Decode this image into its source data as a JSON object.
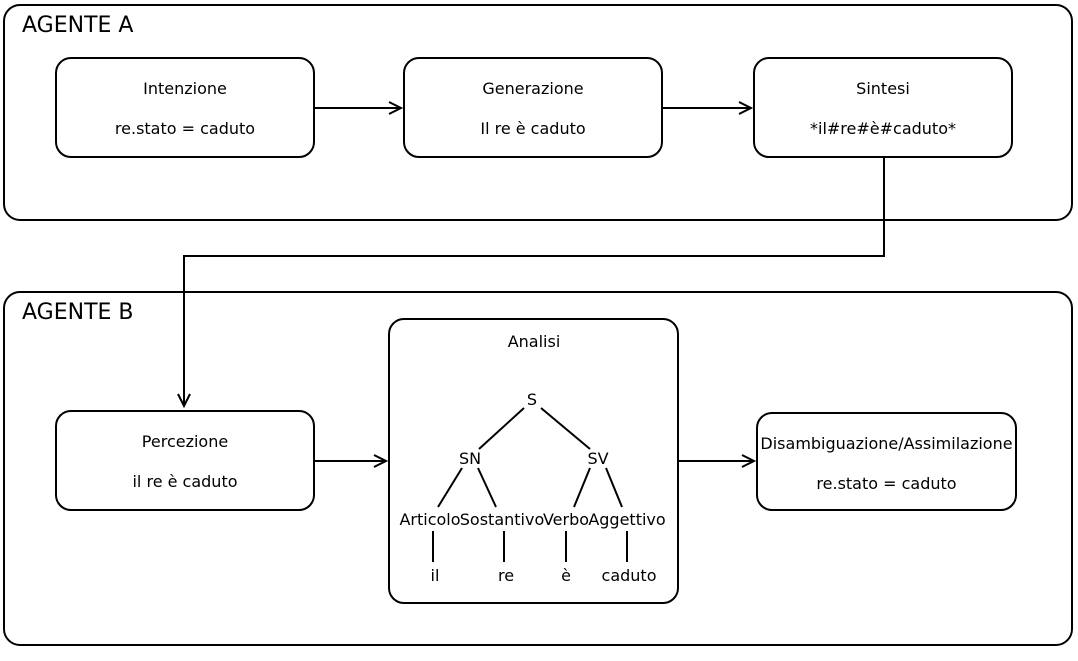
{
  "agents": {
    "a": {
      "label": "AGENTE A",
      "nodes": [
        {
          "title": "Intenzione",
          "value": "re.stato = caduto"
        },
        {
          "title": "Generazione",
          "value": "Il re è caduto"
        },
        {
          "title": "Sintesi",
          "value": "*il#re#è#caduto*"
        }
      ]
    },
    "b": {
      "label": "AGENTE B",
      "nodes": [
        {
          "title": "Percezione",
          "value": "il re è caduto"
        },
        {
          "title": "Disambiguazione/Assimilazione",
          "value": "re.stato = caduto"
        }
      ],
      "analysis": {
        "title": "Analisi",
        "tree": {
          "root": "S",
          "level1": [
            "SN",
            "SV"
          ],
          "level2": [
            "Articolo",
            "Sostantivo",
            "Verbo",
            "Aggettivo"
          ],
          "terminals": [
            "il",
            "re",
            "è",
            "caduto"
          ]
        }
      }
    }
  },
  "colors": {
    "stroke": "#000000",
    "background": "#ffffff",
    "text": "#000000"
  }
}
